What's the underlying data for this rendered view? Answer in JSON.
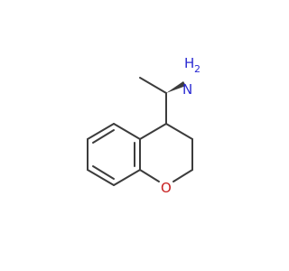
{
  "molecule": {
    "atoms": {
      "nitrogen": {
        "label": "N",
        "color": "#2a2ad2"
      },
      "hydrogens": {
        "label": "H",
        "subscript": "2",
        "color": "#2a2ad2"
      },
      "oxygen": {
        "label": "O",
        "color": "#c82020"
      }
    },
    "bond_color": "#3c3c3c"
  }
}
